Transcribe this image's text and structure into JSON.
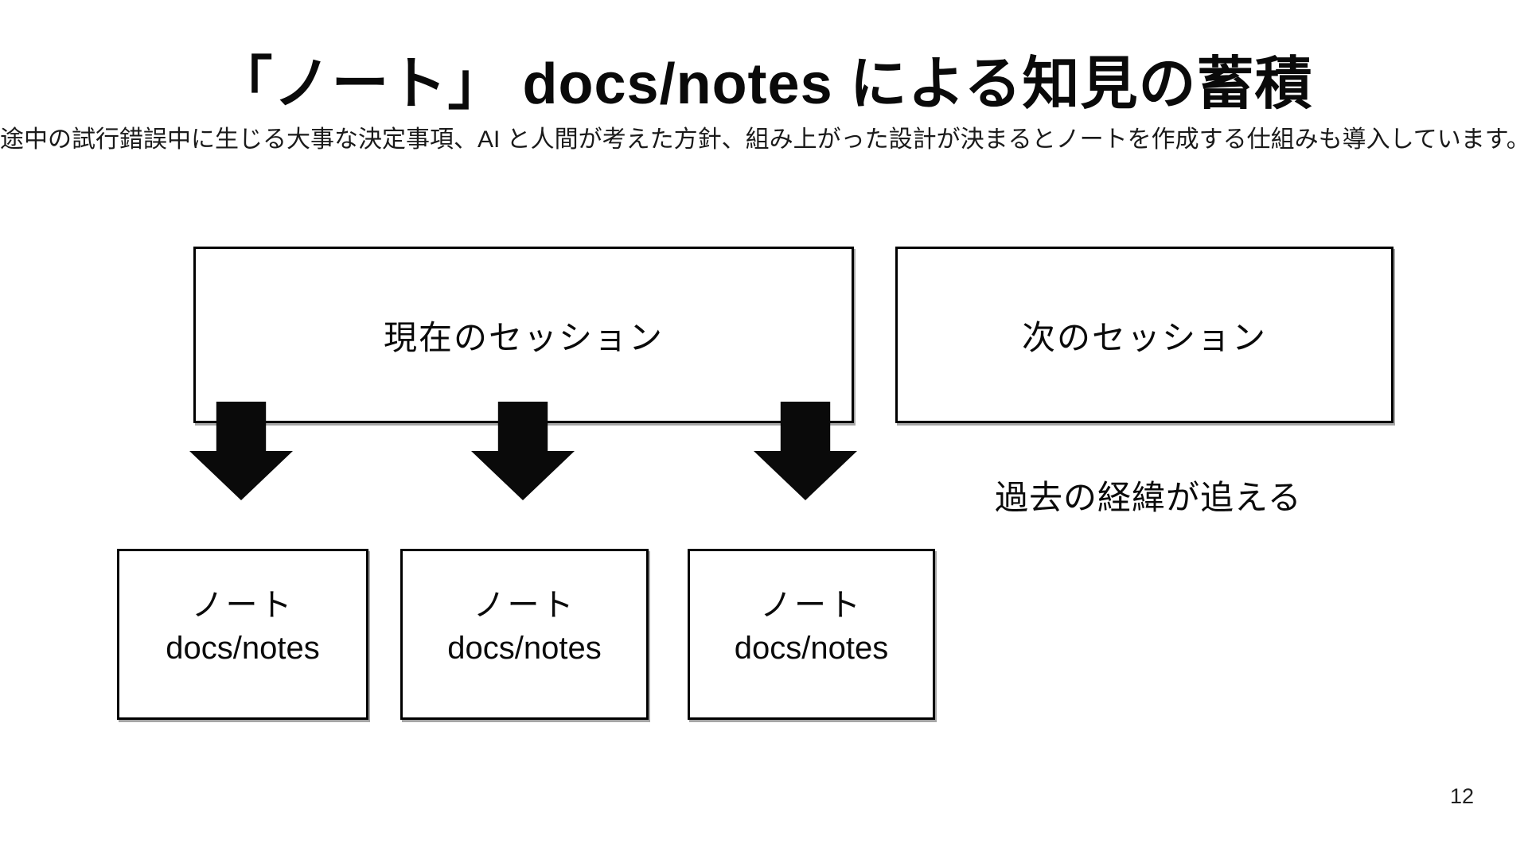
{
  "slide": {
    "title": "「ノート」 docs/notes による知見の蓄積",
    "subtitle": "途中の試行錯誤中に生じる大事な決定事項、AI と人間が考えた方針、組み上がった設計が決まるとノートを作成する仕組みも導入しています。",
    "page_number": "12"
  },
  "diagram": {
    "current_session": {
      "label": "現在のセッション"
    },
    "next_session": {
      "label": "次のセッション"
    },
    "annotation": "過去の経緯が追える",
    "arrow_count": 3,
    "note_boxes": [
      {
        "title": "ノート",
        "subtitle": "docs/notes"
      },
      {
        "title": "ノート",
        "subtitle": "docs/notes"
      },
      {
        "title": "ノート",
        "subtitle": "docs/notes"
      }
    ]
  },
  "colors": {
    "background": "#ffffff",
    "text": "#000000",
    "box_border": "#000000",
    "arrow_fill": "#000000"
  }
}
